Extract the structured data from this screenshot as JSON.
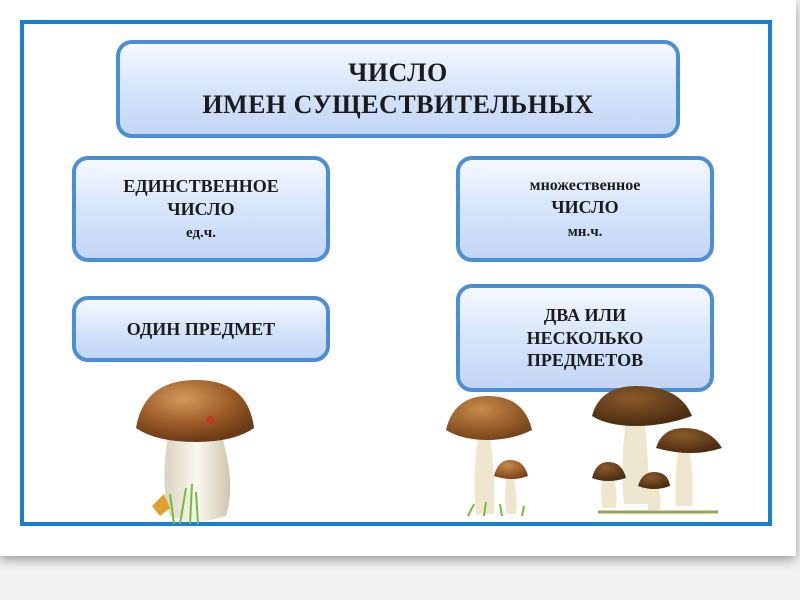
{
  "title": {
    "line1": "ЧИСЛО",
    "line2": "ИМЕН СУЩЕСТВИТЕЛЬНЫХ"
  },
  "singular": {
    "line1": "ЕДИНСТВЕННОЕ",
    "line2": "ЧИСЛО",
    "abbr": "ед.ч."
  },
  "plural": {
    "line1": "множественное",
    "line2": "ЧИСЛО",
    "abbr": "мн.ч."
  },
  "one_item": {
    "label": "ОДИН ПРЕДМЕТ"
  },
  "many_items": {
    "line1": "ДВА ИЛИ",
    "line2": "НЕСКОЛЬКО",
    "line3": "ПРЕДМЕТОВ"
  },
  "colors": {
    "frame": "#1a7fd0",
    "box_border": "#4a8fd6",
    "box_fill": "#d9e6fb",
    "cap_brown": "#8a4b20",
    "stem": "#f3ecd8"
  },
  "illustrations": [
    "single-mushroom-icon",
    "two-mushrooms-icon",
    "mushroom-cluster-icon"
  ]
}
